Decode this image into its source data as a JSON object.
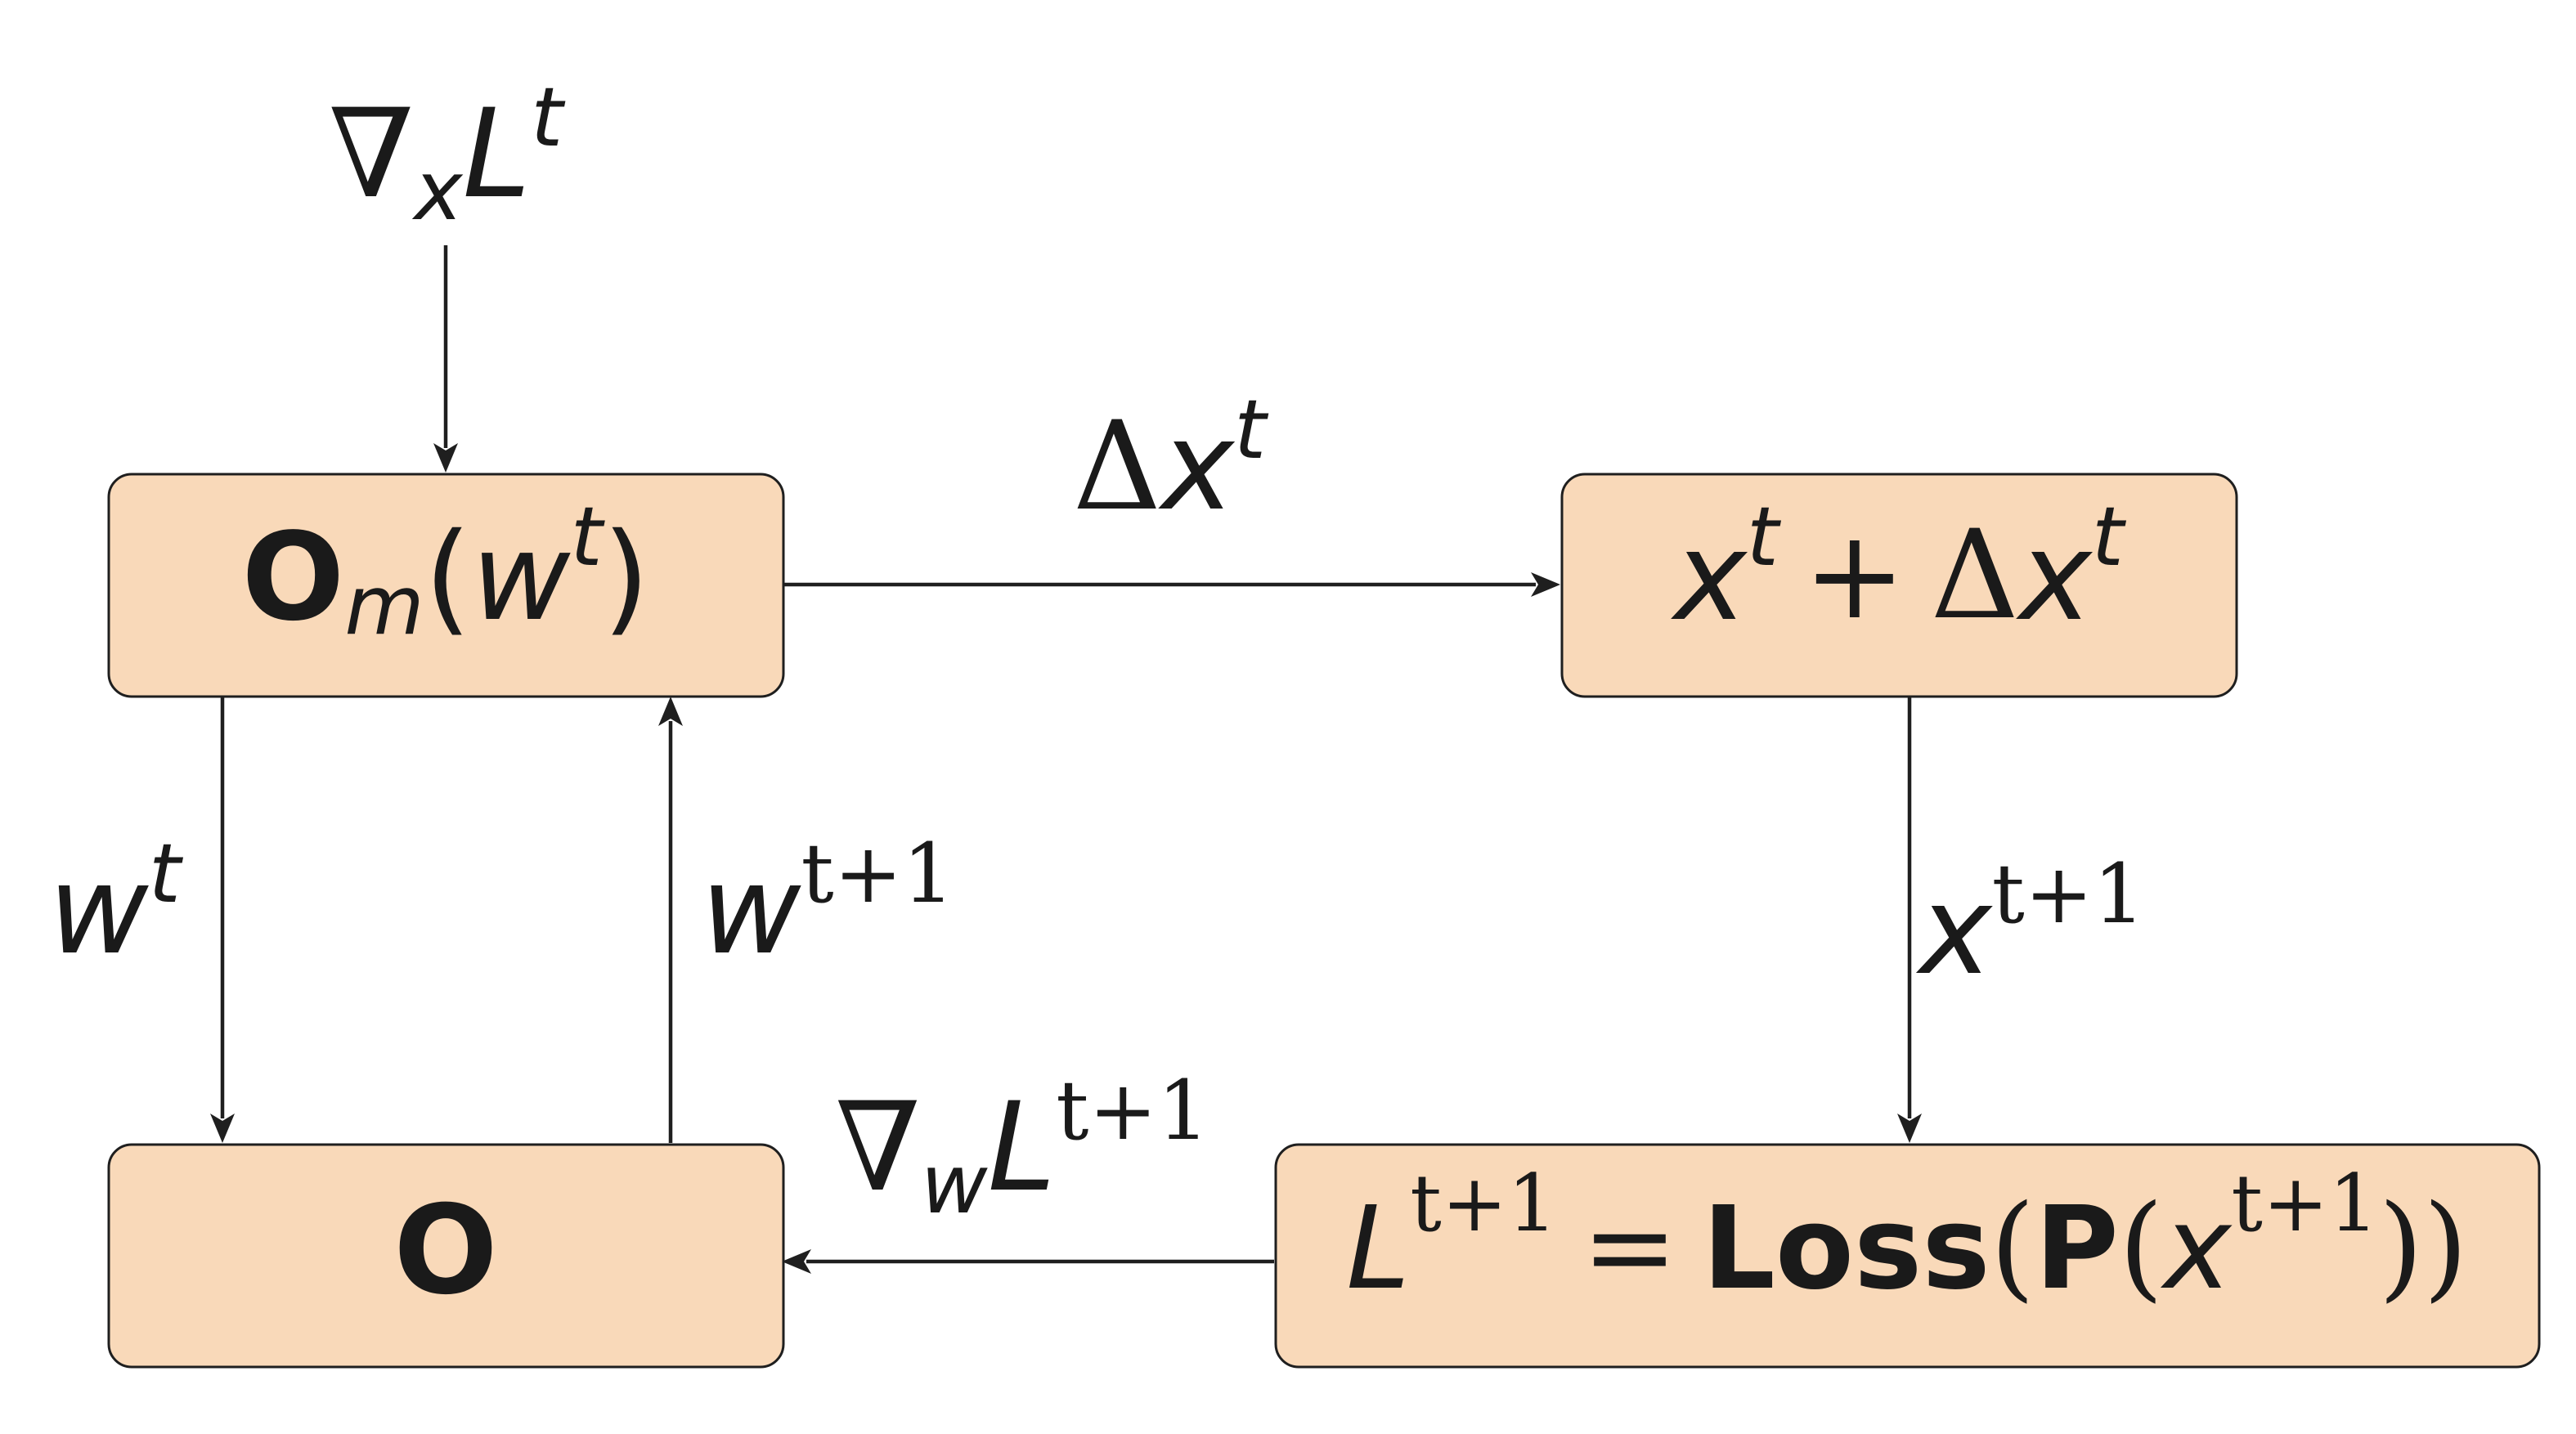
{
  "nodes": {
    "optimizer_model": {
      "symbol": "O",
      "subscript": "m",
      "open_paren": "(",
      "variable": "w",
      "superscript": "t",
      "close_paren": ")"
    },
    "update": {
      "x": "x",
      "x_superscript": "t",
      "plus": "+",
      "delta": "Δ",
      "dx": "x",
      "dx_superscript": "t"
    },
    "optimizer": {
      "symbol": "O"
    },
    "loss": {
      "L": "L",
      "L_superscript": "t+1",
      "equals": "=",
      "loss_word": "Loss",
      "open_paren": "(",
      "P": "P",
      "open_paren_inner": "(",
      "x": "x",
      "x_superscript": "t+1",
      "close_parens": "))"
    }
  },
  "edges": {
    "gradient_x_in": {
      "nabla": "∇",
      "subscript": "x",
      "L": "L",
      "superscript": "t"
    },
    "delta_x": {
      "delta": "Δ",
      "x": "x",
      "superscript": "t"
    },
    "w_down": {
      "w": "w",
      "superscript": "t"
    },
    "w_up": {
      "w": "w",
      "superscript": "t+1"
    },
    "x_next": {
      "x": "x",
      "superscript": "t+1"
    },
    "gradient_w": {
      "nabla": "∇",
      "subscript": "w",
      "L": "L",
      "superscript": "t+1"
    }
  }
}
